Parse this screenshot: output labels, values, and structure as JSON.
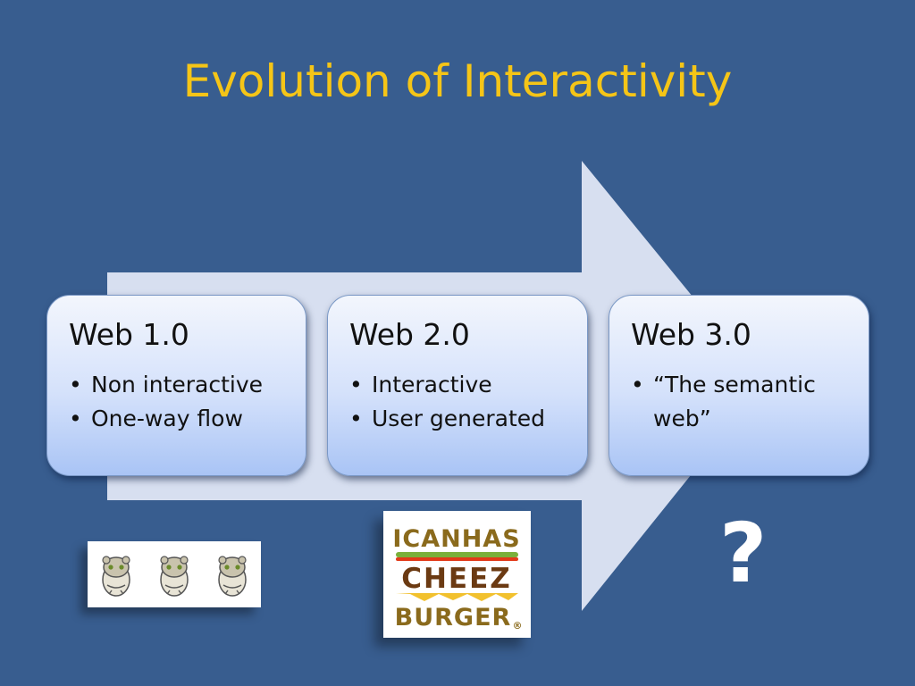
{
  "slide": {
    "title": "Evolution of Interactivity",
    "background": "#385d8f",
    "title_color": "#f5c517",
    "arrow_color": "#d7dff0"
  },
  "stages": [
    {
      "title": "Web 1.0",
      "bullets": [
        "Non interactive",
        "One-way flow"
      ]
    },
    {
      "title": "Web 2.0",
      "bullets": [
        "Interactive",
        "User generated"
      ]
    },
    {
      "title": "Web 3.0",
      "bullets": [
        "“The semantic web”"
      ]
    }
  ],
  "bullet_glyph": "•",
  "logo": {
    "line1": "ICANHAS",
    "line2": "CHEEZ",
    "line3": "BURGER",
    "mark": "®"
  },
  "hamster_image": {
    "description_icon": "hamster-icon",
    "count": 3
  },
  "future_mark": "?"
}
